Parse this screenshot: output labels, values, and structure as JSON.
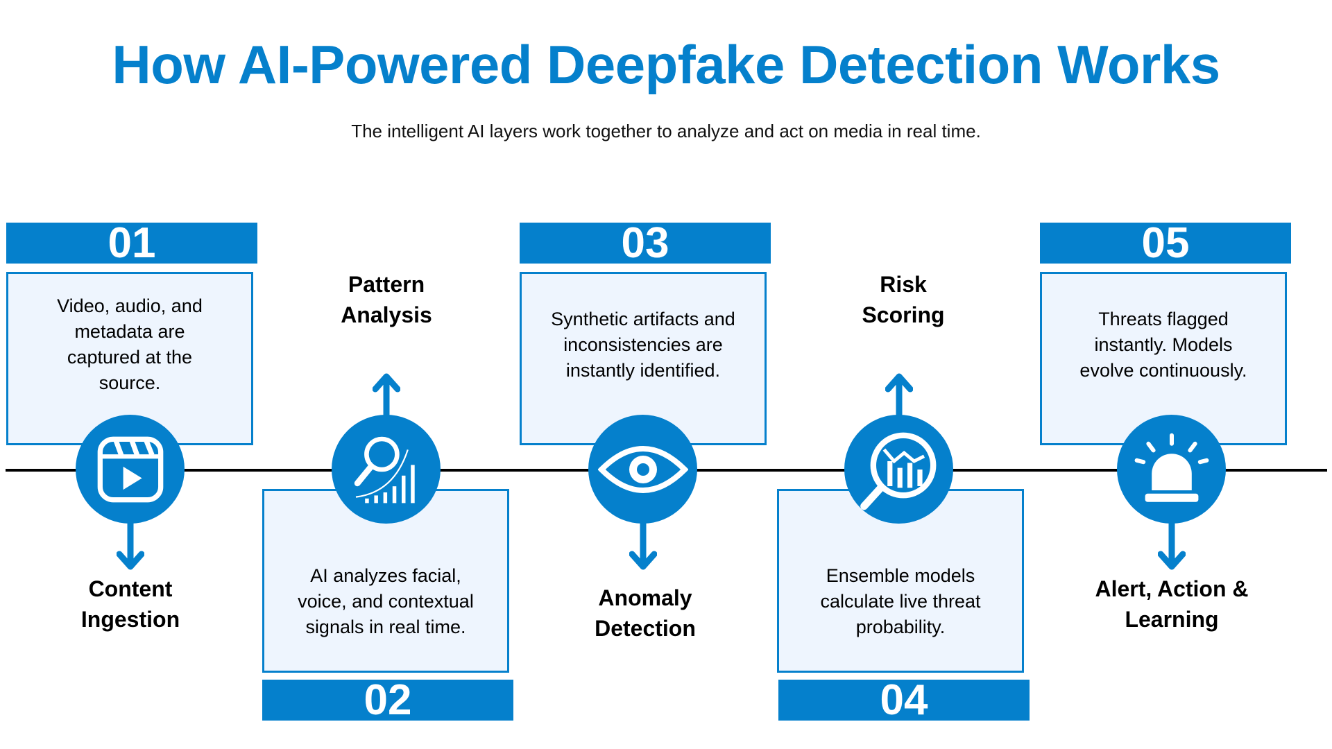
{
  "title": "How AI-Powered Deepfake Detection Works",
  "subtitle": "The intelligent AI layers work together to analyze and act on media in real time.",
  "colors": {
    "accent": "#0580CC",
    "box_fill": "#EEF5FE",
    "timeline": "#000000"
  },
  "steps": [
    {
      "number": "01",
      "label": "Content Ingestion",
      "description": "Video, audio, and metadata are captured at the source.",
      "icon": "video-play-icon"
    },
    {
      "number": "02",
      "label": "Pattern Analysis",
      "description": "AI analyzes facial, voice, and contextual signals in real time.",
      "icon": "magnifier-chart-icon"
    },
    {
      "number": "03",
      "label": "Anomaly Detection",
      "description": "Synthetic artifacts and inconsistencies are instantly identified.",
      "icon": "eye-icon"
    },
    {
      "number": "04",
      "label": "Risk Scoring",
      "description": "Ensemble models calculate live threat probability.",
      "icon": "chart-magnifier-icon"
    },
    {
      "number": "05",
      "label": "Alert, Action & Learning",
      "description": "Threats flagged instantly. Models evolve continuously.",
      "icon": "alarm-icon"
    }
  ]
}
